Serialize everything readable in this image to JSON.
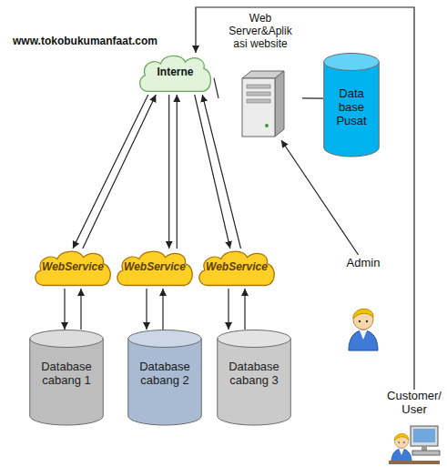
{
  "diagram": {
    "nodes": [
      {
        "text": [
          "Web Server&Aplik asi website"
        ]
      },
      {
        "text": [
          "Interne"
        ]
      },
      {
        "text": [
          "Data base Pusat"
        ]
      },
      {
        "text": [
          "WebService"
        ]
      },
      {
        "text": [
          "WebService"
        ]
      },
      {
        "text": [
          "WebService"
        ]
      },
      {
        "text": [
          "Admin"
        ]
      },
      {
        "text": [
          "Database cabang 1"
        ]
      },
      {
        "text": [
          "Database cabang 2"
        ]
      },
      {
        "text": [
          "Database cabang 3"
        ]
      },
      {
        "text": [
          "Customer/ User"
        ]
      }
    ],
    "edges": [
      {
        "from": 1,
        "to": 0,
        "arrow": "none"
      },
      {
        "from": 0,
        "to": 2,
        "arrow": "none"
      },
      {
        "from": 1,
        "to": 3,
        "arrow": "to"
      },
      {
        "from": 3,
        "to": 1,
        "arrow": "to"
      },
      {
        "from": 1,
        "to": 4,
        "arrow": "to"
      },
      {
        "from": 4,
        "to": 1,
        "arrow": "to"
      },
      {
        "from": 1,
        "to": 5,
        "arrow": "to"
      },
      {
        "from": 5,
        "to": 1,
        "arrow": "to"
      },
      {
        "from": 3,
        "to": 7,
        "arrow": "to"
      },
      {
        "from": 7,
        "to": 3,
        "arrow": "to"
      },
      {
        "from": 4,
        "to": 8,
        "arrow": "to"
      },
      {
        "from": 8,
        "to": 4,
        "arrow": "to"
      },
      {
        "from": 5,
        "to": 9,
        "arrow": "to"
      },
      {
        "from": 9,
        "to": 5,
        "arrow": "to"
      },
      {
        "from": 6,
        "to": 0,
        "arrow": "to"
      },
      {
        "from": 10,
        "to": 1,
        "arrow": "to"
      }
    ],
    "labels": [
      "www.tokobukumanfaat.com"
    ]
  }
}
